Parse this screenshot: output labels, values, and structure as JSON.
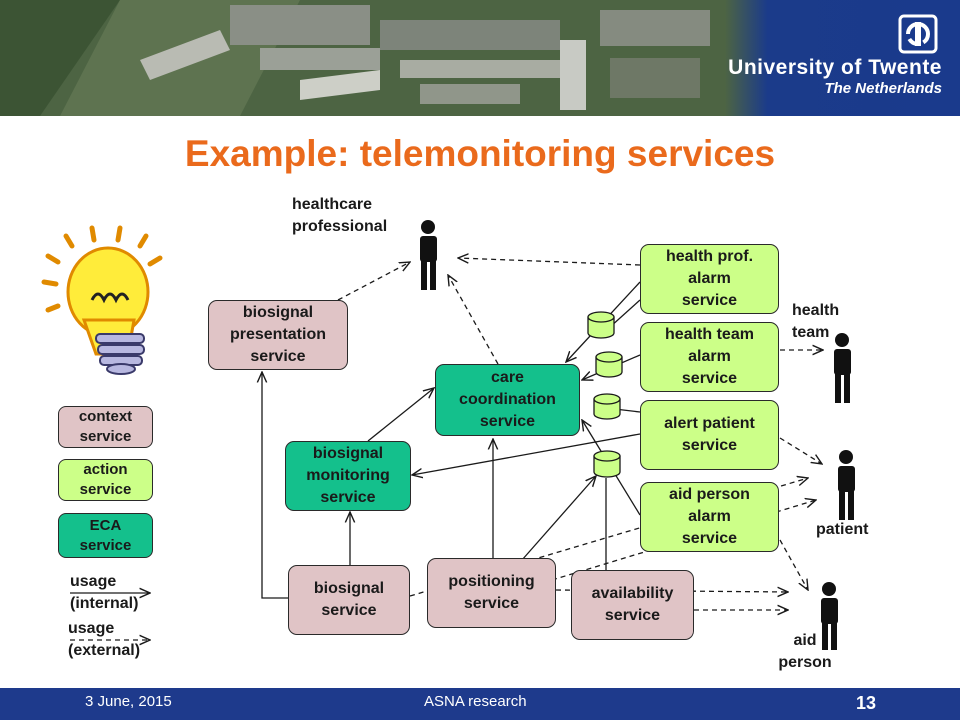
{
  "header": {
    "university": "University of Twente",
    "country": "The Netherlands"
  },
  "slide": {
    "title": "Example: telemonitoring services"
  },
  "diagram": {
    "nodes": {
      "biosignal_presentation": "biosignal\npresentation\nservice",
      "biosignal_monitoring": "biosignal\nmonitoring\nservice",
      "care_coordination": "care\ncoordination\nservice",
      "biosignal_service": "biosignal\nservice",
      "positioning": "positioning\nservice",
      "availability": "availability\nservice",
      "health_prof_alarm": "health prof.\nalarm\nservice",
      "health_team_alarm": "health team\nalarm\nservice",
      "alert_patient": "alert patient\nservice",
      "aid_person_alarm": "aid person\nalarm\nservice"
    },
    "actors": {
      "healthcare_professional": "healthcare\nprofessional",
      "health_team": "health\nteam",
      "patient": "patient",
      "aid_person": "aid\nperson"
    }
  },
  "legend": {
    "context": "context\nservice",
    "action": "action\nservice",
    "eca": "ECA\nservice",
    "usage_internal": "usage\n(internal)",
    "usage_external": "usage\n(external)"
  },
  "colors": {
    "context": "#e0c4c6",
    "action": "#ccff88",
    "eca": "#14c08c",
    "title": "#ea6a1c",
    "footer": "#1e3a8c"
  },
  "footer": {
    "date": "3 June, 2015",
    "center": "ASNA research",
    "page": "13"
  }
}
